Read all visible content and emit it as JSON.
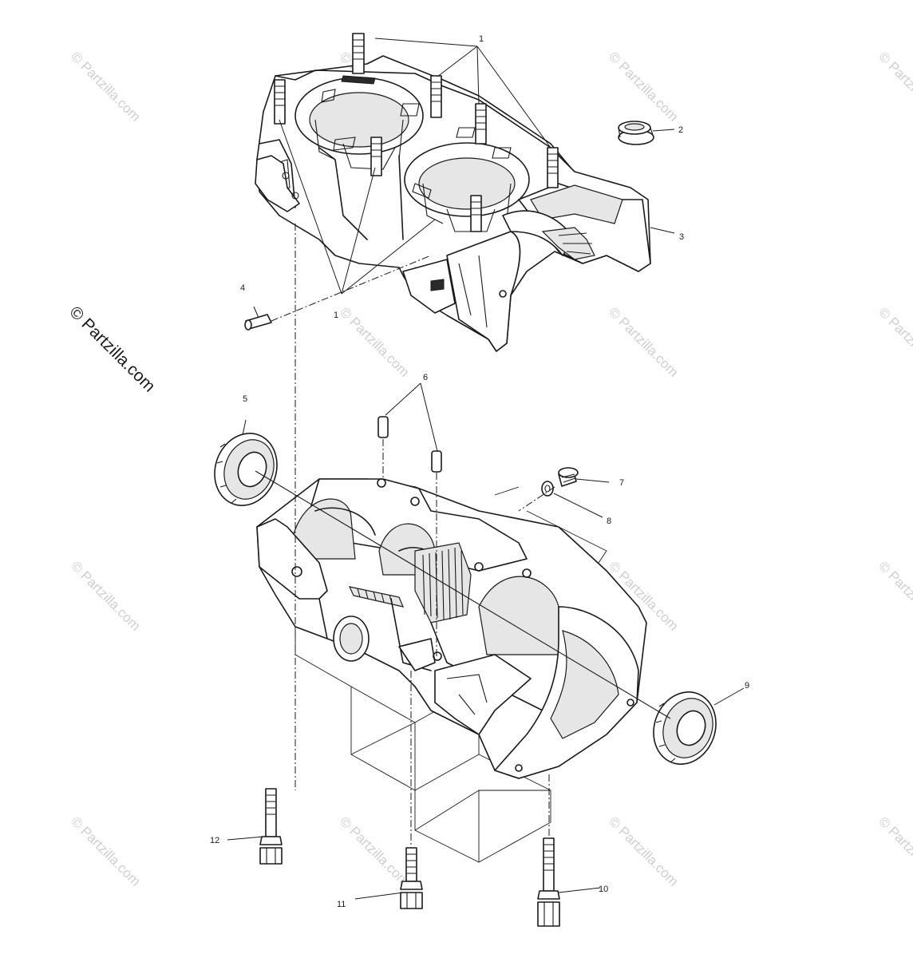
{
  "watermark": {
    "text": "© Partzilla.com",
    "main_text": "© Partzilla.com"
  },
  "callouts": {
    "c1_top": "1",
    "c1_bottom": "1",
    "c2": "2",
    "c3": "3",
    "c4": "4",
    "c5": "5",
    "c6": "6",
    "c7": "7",
    "c8": "8",
    "c9": "9",
    "c10": "10",
    "c11": "11",
    "c12": "12"
  }
}
